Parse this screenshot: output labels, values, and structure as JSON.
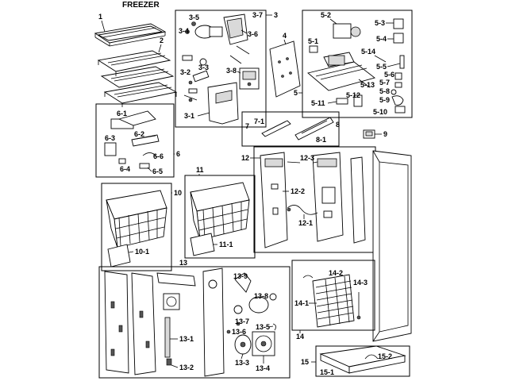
{
  "title": "FREEZER",
  "labels": {
    "l1": "1",
    "l2": "2",
    "l3": "3",
    "l3_5": "3-5",
    "l3_4": "3-4",
    "l3_7": "3-7",
    "l3_6": "3-6",
    "l3_3": "3-3",
    "l3_2": "3-2",
    "l3_8": "3-8",
    "l3_1": "3-1",
    "l4": "4",
    "l5": "5",
    "l5_1": "5-1",
    "l5_2": "5-2",
    "l5_3": "5-3",
    "l5_4": "5-4",
    "l5_14": "5-14",
    "l5_5": "5-5",
    "l5_6": "5-6",
    "l5_7": "5-7",
    "l5_8": "5-8",
    "l5_9": "5-9",
    "l5_10": "5-10",
    "l5_11": "5-11",
    "l5_12": "5-12",
    "l5_13": "5-13",
    "l6": "6",
    "l6_1": "6-1",
    "l6_2": "6-2",
    "l6_3": "6-3",
    "l6_4": "6-4",
    "l6_5": "6-5",
    "l6_6": "6-6",
    "l7": "7",
    "l7_1": "7-1",
    "l8": "8",
    "l8_1": "8-1",
    "l9": "9",
    "l10": "10",
    "l10_1": "10-1",
    "l11": "11",
    "l11_1": "11-1",
    "l12": "12",
    "l12_1": "12-1",
    "l12_2": "12-2",
    "l12_3": "12-3",
    "l13": "13",
    "l13_1": "13-1",
    "l13_2": "13-2",
    "l13_3": "13-3",
    "l13_4": "13-4",
    "l13_5": "13-5",
    "l13_6": "13-6",
    "l13_7": "13-7",
    "l13_8": "13-8",
    "l13_9": "13-9",
    "l14": "14",
    "l14_1": "14-1",
    "l14_2": "14-2",
    "l14_3": "14-3",
    "l15": "15",
    "l15_1": "15-1",
    "l15_2": "15-2"
  }
}
